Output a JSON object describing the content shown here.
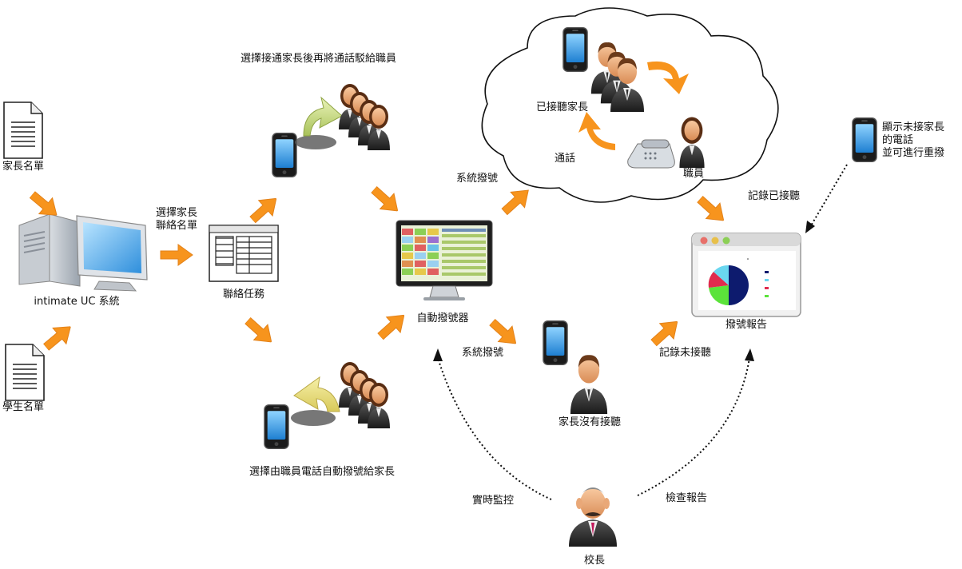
{
  "labels": {
    "parent_list": "家長名單",
    "student_list": "學生名單",
    "uc_system": "intimate UC 系統",
    "select_parents_l1": "選擇家長",
    "select_parents_l2": "聯絡名單",
    "contact_task": "聯絡任務",
    "transfer_to_staff": "選擇接通家長後再將通話駁給職員",
    "staff_dial": "選擇由職員電話自動撥號給家長",
    "auto_dialer": "自動撥號器",
    "system_dial_top": "系統撥號",
    "system_dial_bottom": "系統撥號",
    "answered_parent": "已接聽家長",
    "call": "通話",
    "staff": "職員",
    "record_answered": "記錄已接聽",
    "record_unanswered": "記錄未接聽",
    "dial_report": "撥號報告",
    "show_unanswered_l1": "顯示未接家長",
    "show_unanswered_l2": "的電話",
    "show_unanswered_l3": "並可進行重撥",
    "parent_no_answer": "家長沒有接聽",
    "realtime_monitor": "實時監控",
    "check_report": "檢查報告",
    "principal": "校長"
  },
  "colors": {
    "arrow": "#f7941d",
    "monitor_blue": "#4aa8e8",
    "pie_navy": "#0d1b6e",
    "pie_cyan": "#6ad7f0",
    "pie_red": "#e02b4e",
    "pie_green": "#5be33a"
  },
  "icons": [
    "document-icon",
    "computer-icon",
    "table-icon",
    "phone-icon",
    "people-icon",
    "cloud-icon",
    "monitor-icon",
    "report-window-icon",
    "desk-phone-icon",
    "person-icon",
    "principal-icon"
  ]
}
